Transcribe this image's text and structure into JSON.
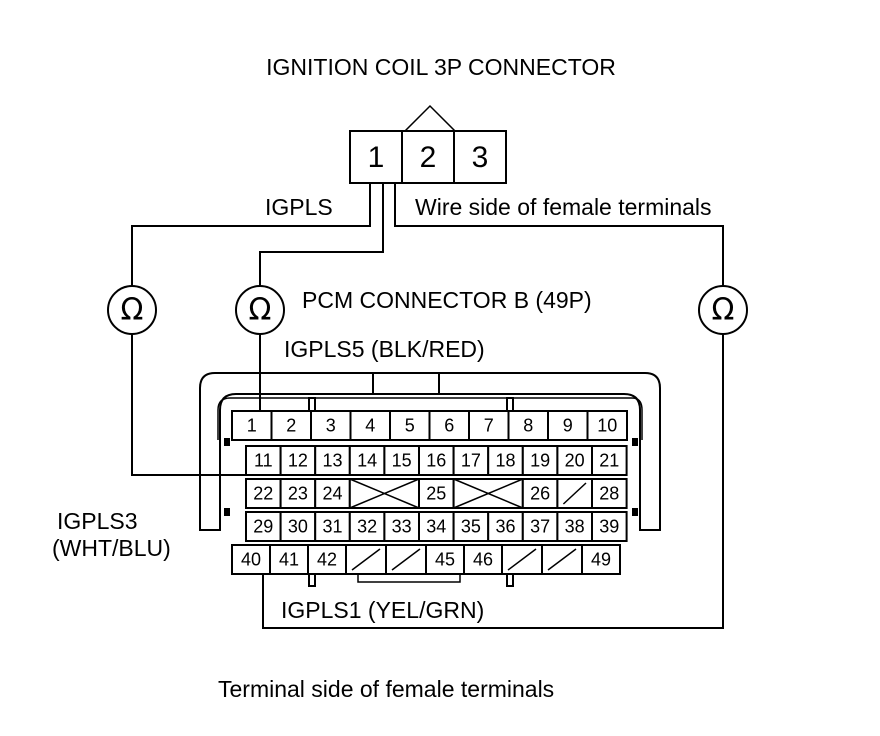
{
  "title": "IGNITION COIL 3P CONNECTOR",
  "coil_pins": [
    "1",
    "2",
    "3"
  ],
  "labels": {
    "igpls": "IGPLS",
    "wire_side": "Wire side of female terminals",
    "pcm_connector": "PCM CONNECTOR B (49P)",
    "igpls5": "IGPLS5 (BLK/RED)",
    "igpls3_line1": "IGPLS3",
    "igpls3_line2": "(WHT/BLU)",
    "igpls1": "IGPLS1 (YEL/GRN)",
    "footer": "Terminal side of female terminals"
  },
  "ohmmeter_symbol": "Ω",
  "pcm_rows": [
    [
      "1",
      "2",
      "3",
      "4",
      "5",
      "6",
      "7",
      "8",
      "9",
      "10"
    ],
    [
      "11",
      "12",
      "13",
      "14",
      "15",
      "16",
      "17",
      "18",
      "19",
      "20",
      "21"
    ],
    [
      "22",
      "23",
      "24",
      "25",
      "26",
      "28"
    ],
    [
      "29",
      "30",
      "31",
      "32",
      "33",
      "34",
      "35",
      "36",
      "37",
      "38",
      "39"
    ],
    [
      "40",
      "41",
      "42",
      "45",
      "46",
      "49"
    ]
  ]
}
